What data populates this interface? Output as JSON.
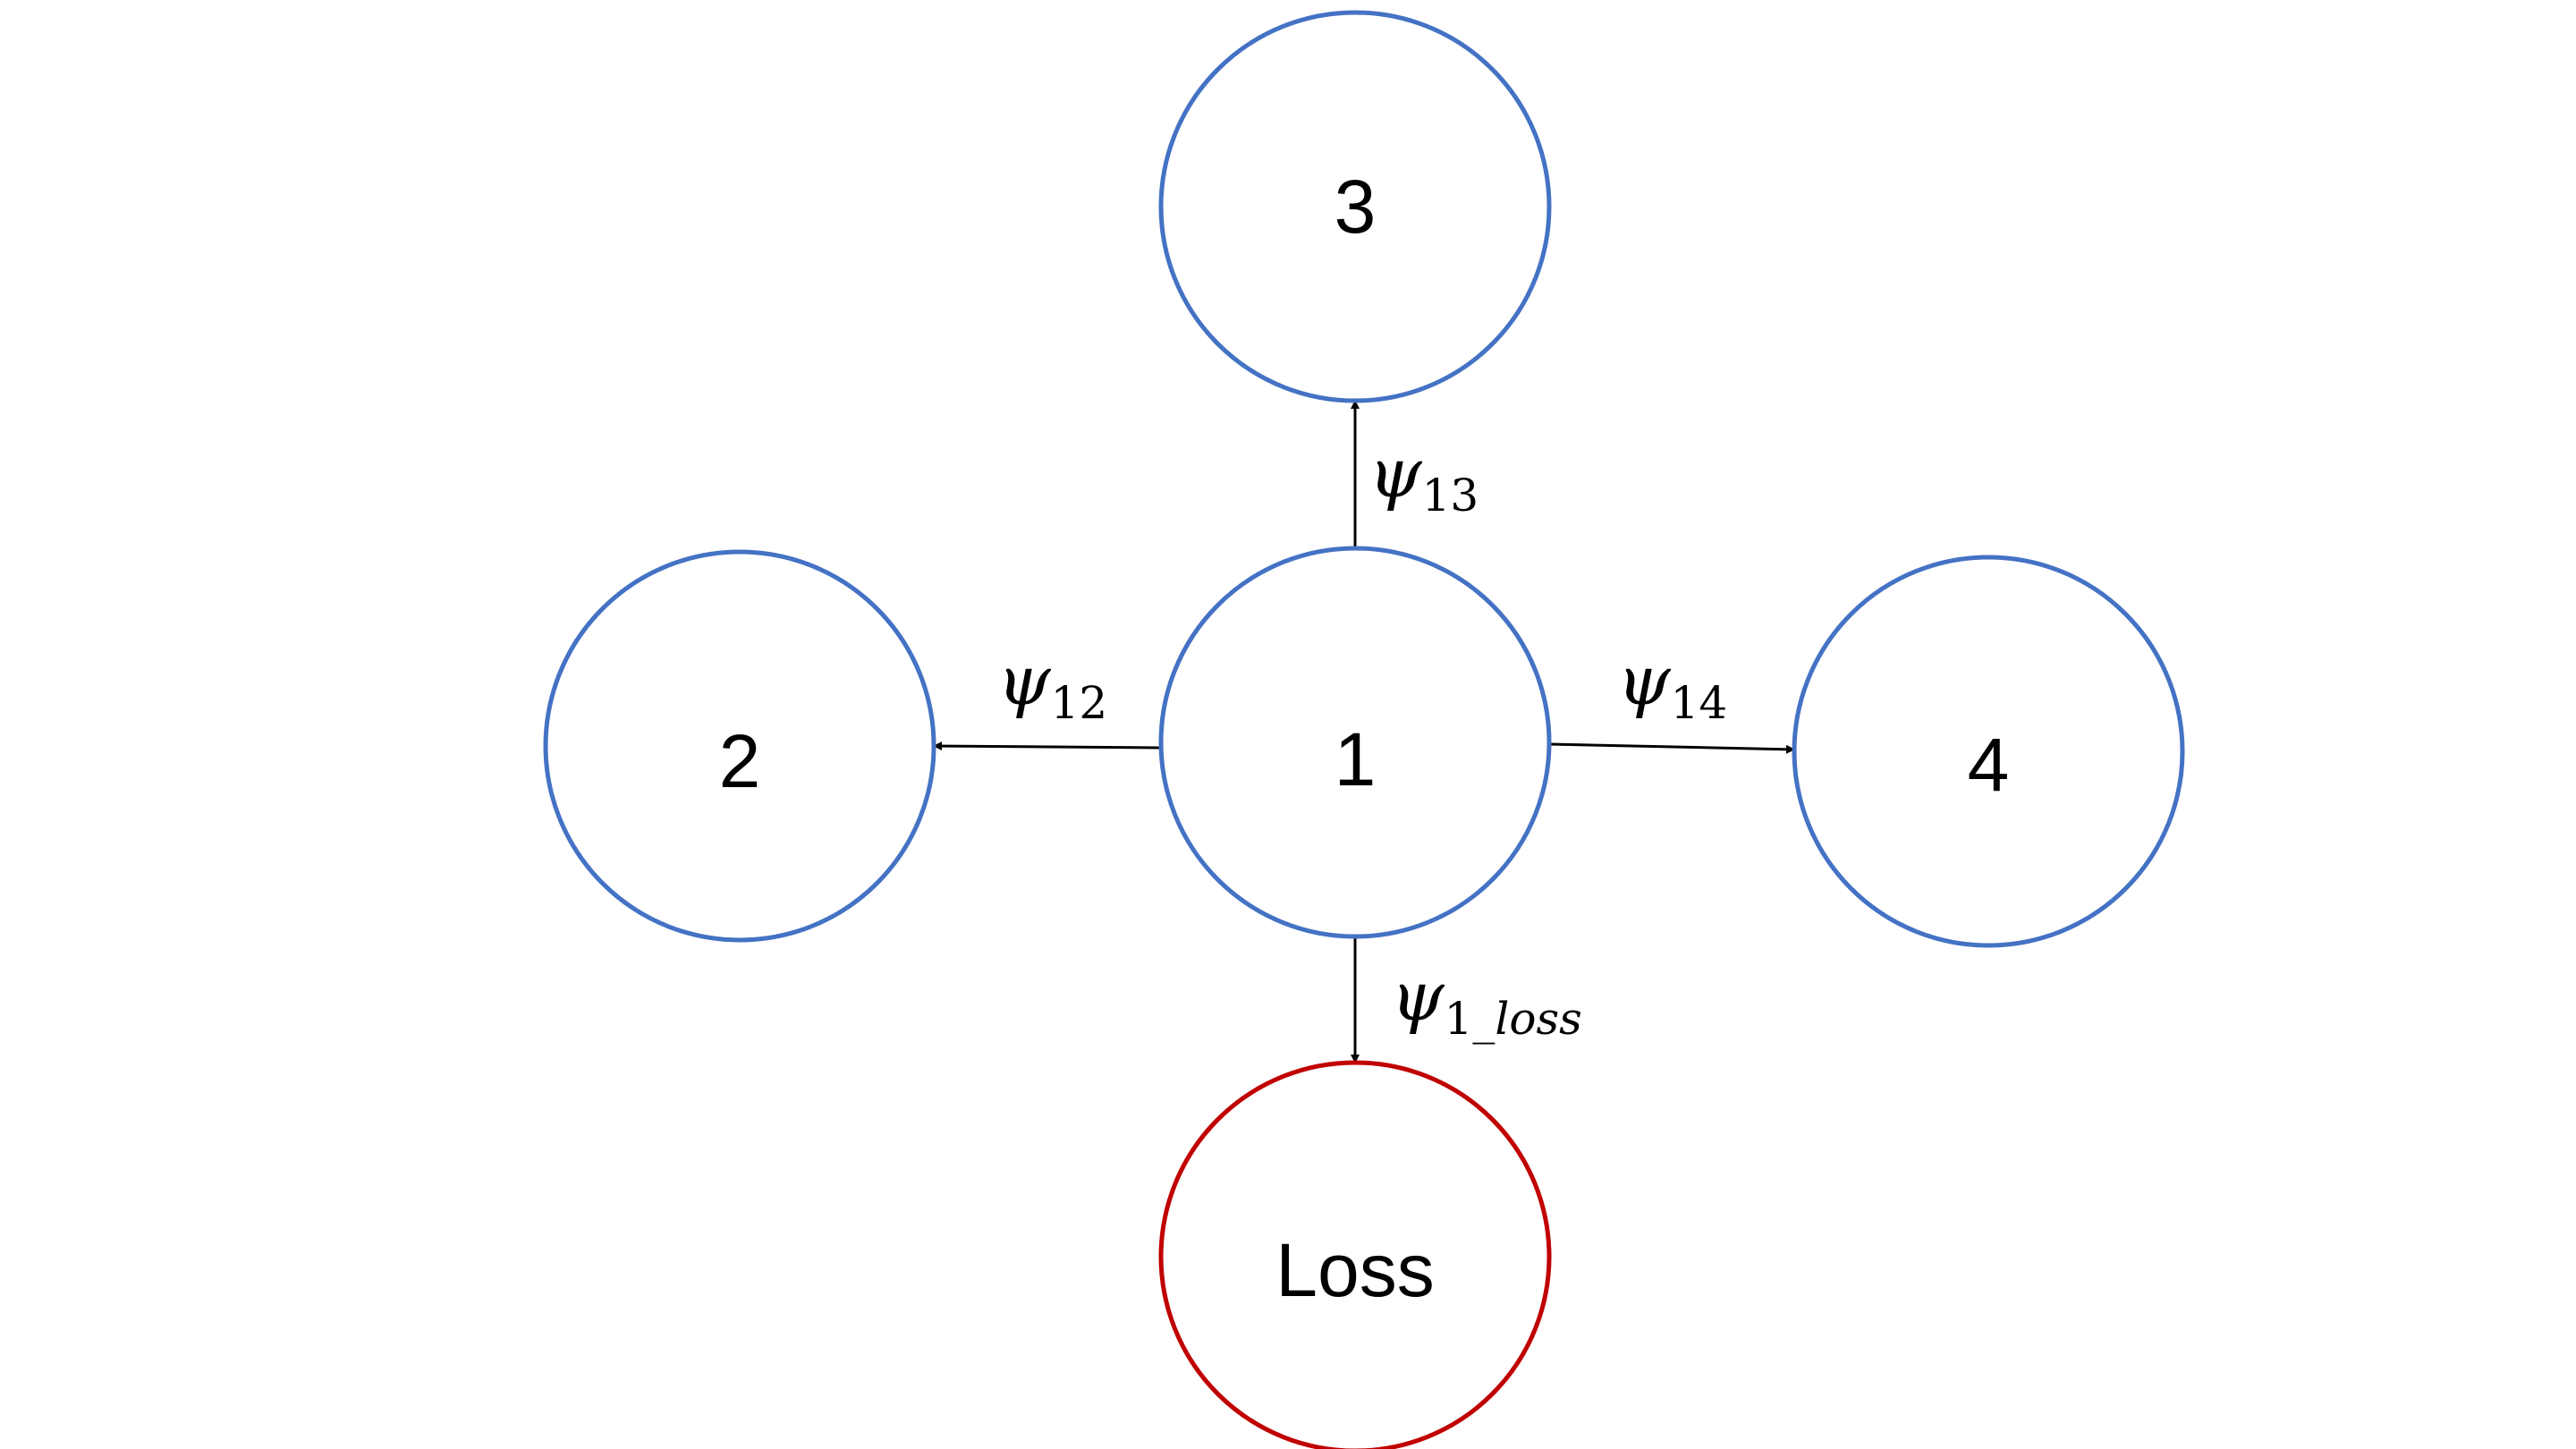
{
  "nodes": {
    "n1": {
      "label": "1",
      "color": "#4472C4"
    },
    "n2": {
      "label": "2",
      "color": "#4472C4"
    },
    "n3": {
      "label": "3",
      "color": "#4472C4"
    },
    "n4": {
      "label": "4",
      "color": "#4472C4"
    },
    "loss": {
      "label": "Loss",
      "color": "#C00000"
    }
  },
  "edges": {
    "e12": {
      "symbol": "ψ",
      "sub_num": "12",
      "sub_text": ""
    },
    "e13": {
      "symbol": "ψ",
      "sub_num": "13",
      "sub_text": ""
    },
    "e14": {
      "symbol": "ψ",
      "sub_num": "14",
      "sub_text": ""
    },
    "eloss": {
      "symbol": "ψ",
      "sub_num": "1",
      "sub_text": "_loss"
    }
  },
  "colors": {
    "arrow": "#000000",
    "background": "#FFFFFF"
  }
}
